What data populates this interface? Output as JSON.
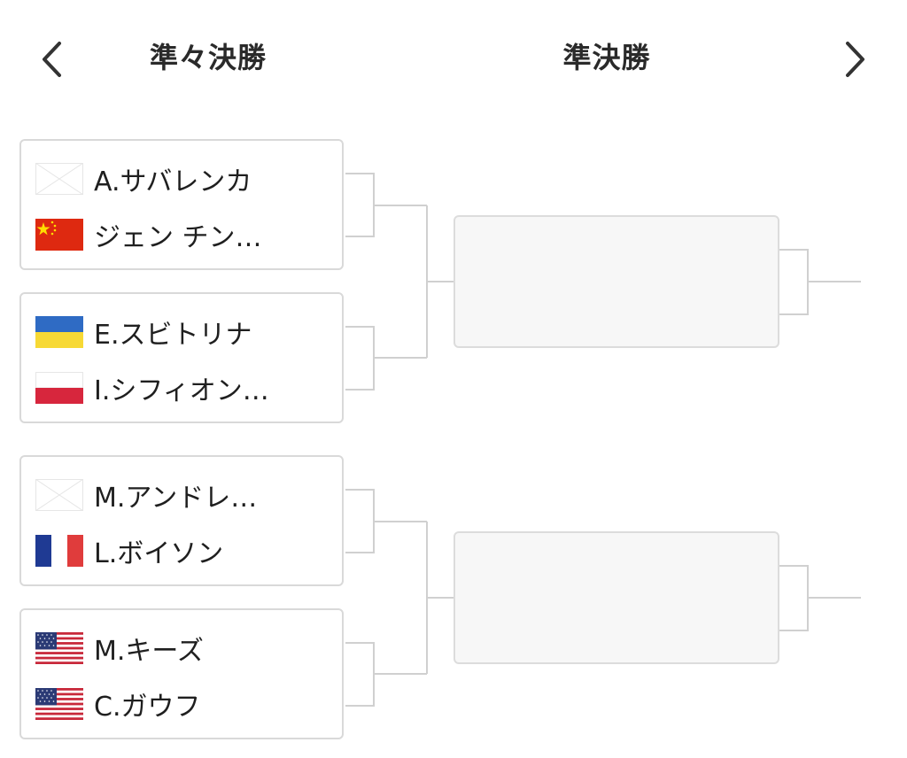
{
  "header": {
    "qf_title": "準々決勝",
    "sf_title": "準決勝",
    "prev_icon": "chevron-left-icon",
    "next_icon": "chevron-right-icon"
  },
  "quarterfinals": [
    {
      "players": [
        {
          "name": "A.サバレンカ",
          "flag": "neutral-flag-icon"
        },
        {
          "name": "ジェン チン…",
          "flag": "china-flag-icon"
        }
      ]
    },
    {
      "players": [
        {
          "name": "E.スビトリナ",
          "flag": "ukraine-flag-icon"
        },
        {
          "name": "I.シフィオン…",
          "flag": "poland-flag-icon"
        }
      ]
    },
    {
      "players": [
        {
          "name": "M.アンドレ…",
          "flag": "neutral-flag-icon"
        },
        {
          "name": "L.ボイソン",
          "flag": "france-flag-icon"
        }
      ]
    },
    {
      "players": [
        {
          "name": "M.キーズ",
          "flag": "usa-flag-icon"
        },
        {
          "name": "C.ガウフ",
          "flag": "usa-flag-icon"
        }
      ]
    }
  ],
  "colors": {
    "border": "#d9d9d9",
    "line": "#d0d0d0",
    "sf_fill": "#f7f7f7"
  }
}
